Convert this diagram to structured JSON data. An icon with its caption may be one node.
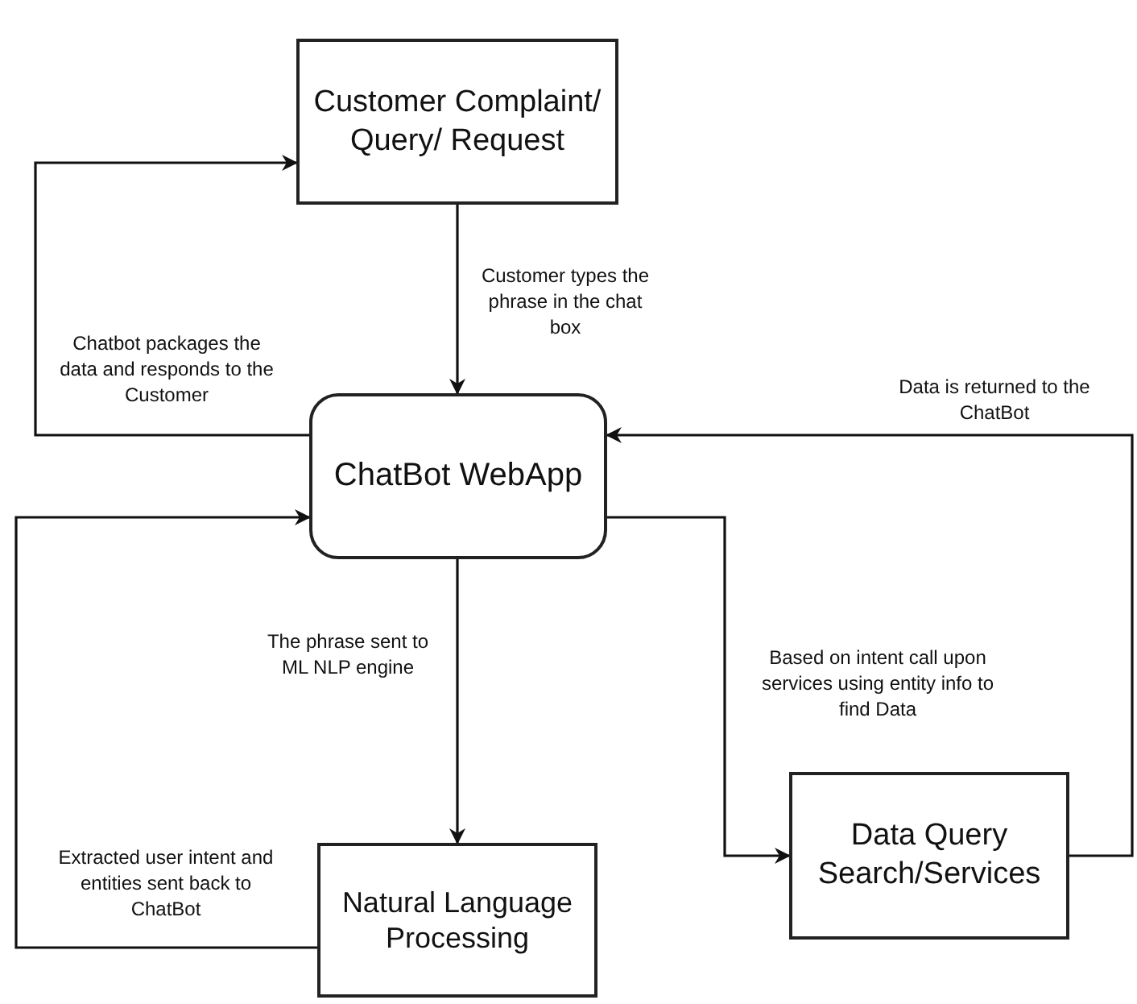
{
  "diagram": {
    "nodes": [
      {
        "text": [
          "Customer Complaint/ Query/ Request"
        ]
      },
      {
        "text": [
          "ChatBot WebApp"
        ]
      },
      {
        "text": [
          "Natural Language Processing"
        ]
      },
      {
        "text": [
          "Data Query Search/Services"
        ]
      }
    ],
    "edges": [
      {
        "from": 0,
        "to": 1,
        "arrow": "to",
        "label": "Customer types the phrase in the chat box"
      },
      {
        "from": 1,
        "to": 0,
        "arrow": "to",
        "label": "Chatbot packages the data and responds to the Customer"
      },
      {
        "from": 1,
        "to": 2,
        "arrow": "to",
        "label": "The phrase sent to ML NLP engine"
      },
      {
        "from": 2,
        "to": 1,
        "arrow": "to",
        "label": "Extracted user intent and entities sent back to ChatBot"
      },
      {
        "from": 1,
        "to": 3,
        "arrow": "to",
        "label": "Based on intent call upon services using entity info to find Data"
      },
      {
        "from": 3,
        "to": 1,
        "arrow": "to",
        "label": "Data is returned to the ChatBot"
      }
    ]
  }
}
